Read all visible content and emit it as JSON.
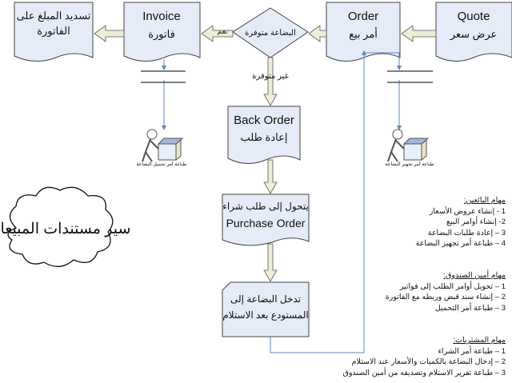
{
  "nodes": {
    "quote": {
      "en": "Quote",
      "ar": "عرض سعر"
    },
    "order": {
      "en": "Order",
      "ar": "أمر بيع"
    },
    "decision": {
      "ar": "البضاعة متوفرة",
      "yes": "نعم",
      "no": "غير متوفرة"
    },
    "invoice": {
      "en": "Invoice",
      "ar": "فاتورة"
    },
    "payment": {
      "line1": "تسديد المبلغ على",
      "line2": "الفاتورة"
    },
    "back_order": {
      "en": "Back Order",
      "ar": "إعادة طلب"
    },
    "purchase_order": {
      "ar": "يتحول إلى طلب شراء",
      "en": "Purchase Order"
    },
    "receiving": {
      "line1": "تدخل البضاعة إلى",
      "line2": "المستودع بعد الاستلام"
    },
    "print_loading": "طباعة أمر تحميل البضاعة",
    "print_prepare": "طباعة أمر تجهيز البضاعة"
  },
  "cloud_title": "سير مستندات المبيعات",
  "tasks": [
    {
      "heading": "مهام البائعين:",
      "items": [
        "1 - إنشاء عروض الأسعار",
        "2- إنشاء أوامر البيع",
        "3 – إعادة طلبات البضاعة",
        "4 – طباعة أمر تجهيز البضاعة"
      ]
    },
    {
      "heading": "مهام أمين الصندوق:",
      "items": [
        "1 – تحويل أوامر الطلب إلى فواتير",
        "2 – إنشاء سند قبض وربطه مع الفاتورة",
        "3 – طباعة أمر التحميل"
      ]
    },
    {
      "heading": "مهام المشتريات:",
      "items": [
        "1 – طباعة أمر الشراء",
        "2 – إدخال البضاعة بالكميات والأسعار عند الاستلام",
        "3 – طباعة تقرير الاستلام وتصديقه من أمين الصندوق"
      ]
    }
  ],
  "colors": {
    "box_fill": "#e6ecf7",
    "arrow_fill": "#eeeed6",
    "connector": "#5b84c4"
  }
}
